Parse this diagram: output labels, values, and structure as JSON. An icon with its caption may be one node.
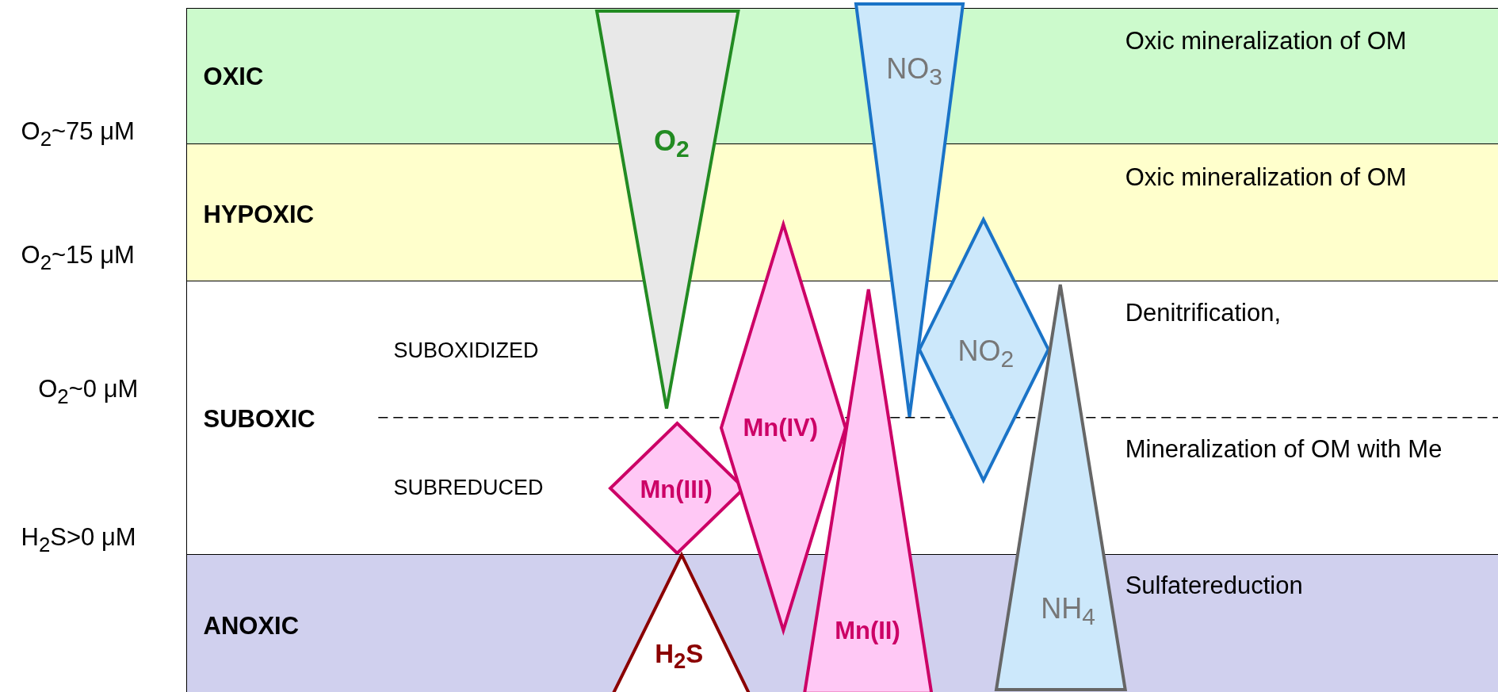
{
  "diagram": {
    "nodes": [
      {
        "text": [
          "OXIC",
          "Oxic mineralization of OM"
        ]
      },
      {
        "text": [
          "HYPOXIC",
          "Oxic mineralization of OM"
        ]
      },
      {
        "text": [
          "SUBOXIC",
          "Denitrification,",
          "Mineralization of OM with Me"
        ]
      },
      {
        "text": [
          "ANOXIC",
          "Sulfatereduction"
        ]
      },
      {
        "text": [
          "O$_{2}$"
        ]
      },
      {
        "text": [
          "NO$_{3}$"
        ]
      },
      {
        "text": [
          "NO$_{2}$"
        ]
      },
      {
        "text": [
          "Mn(IV)"
        ]
      },
      {
        "text": [
          "Mn(II)"
        ]
      },
      {
        "text": [
          "NH$_{4}$"
        ]
      },
      {
        "text": [
          "Mn(III)"
        ],
        "in": 2
      },
      {
        "text": [
          "H$_{2}$S"
        ],
        "in": 3
      }
    ],
    "edges": [],
    "labels": [
      "O$_{2}$~75 μM",
      "O$_{2}$~15 μM",
      "SUBOXIDIZED",
      "O$_{2}$~0 μM",
      "SUBREDUCED",
      "H$_{2}$S>0 μM"
    ]
  }
}
